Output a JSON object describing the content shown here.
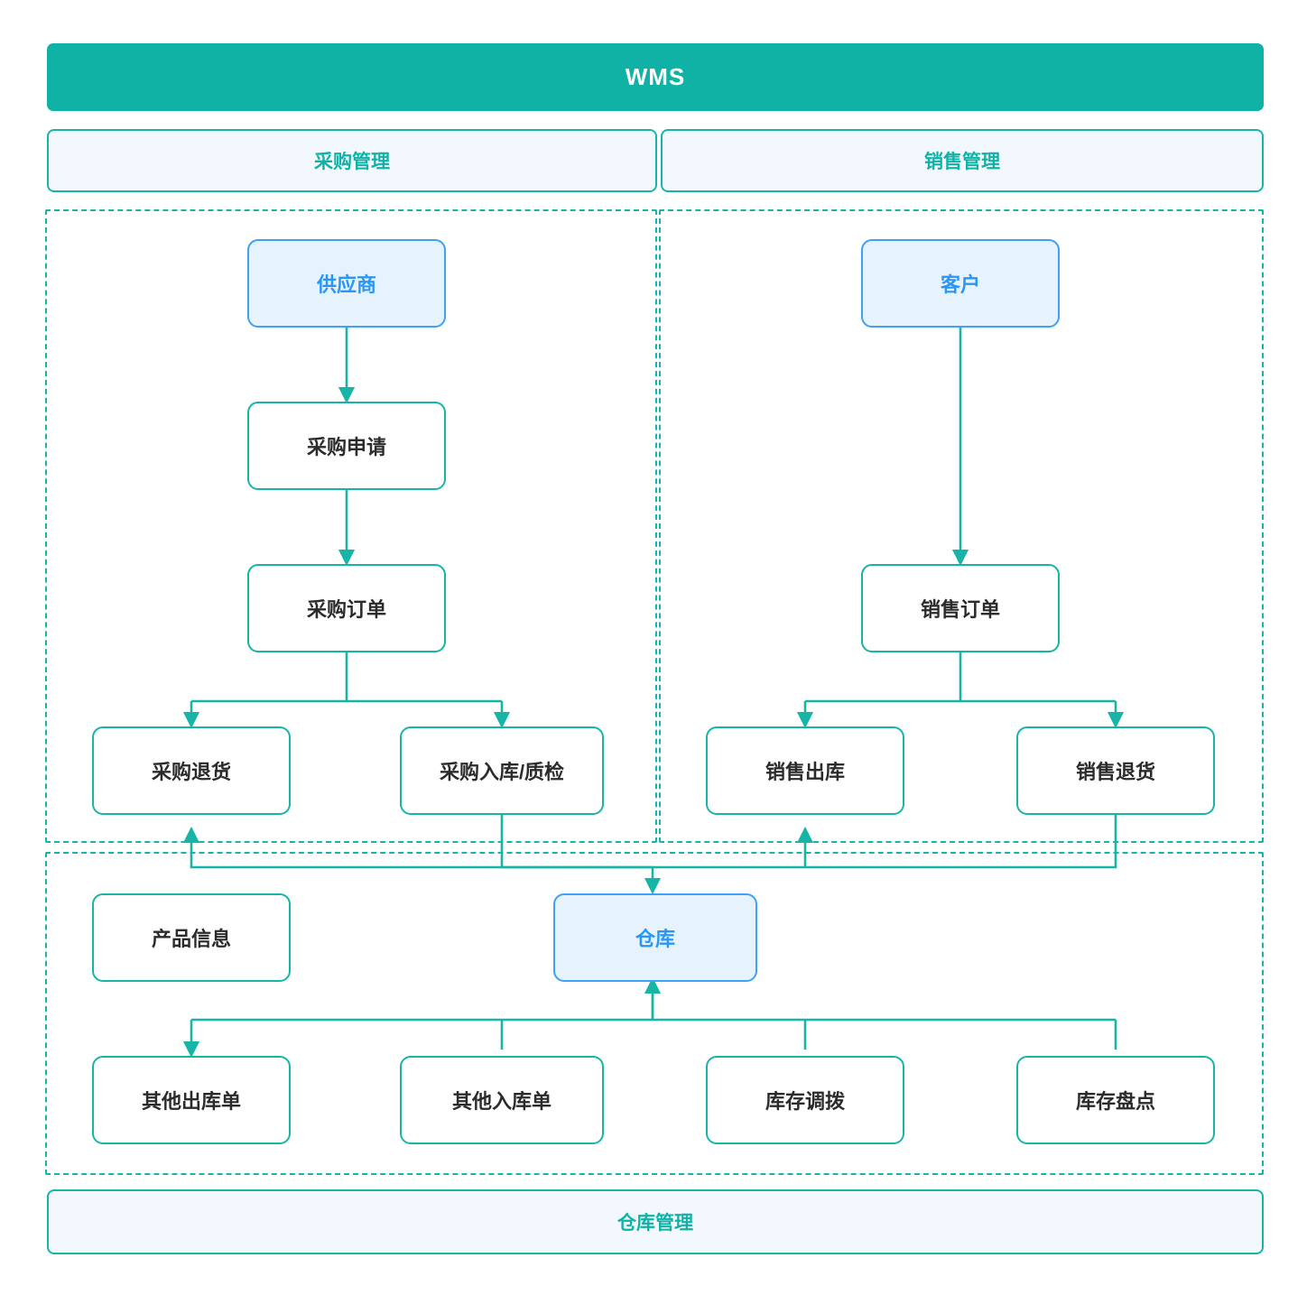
{
  "diagram": {
    "title": "WMS",
    "type": "flowchart",
    "accent_teal": "#11B2A6",
    "accent_blue": "#2B96F5",
    "highlight_fill": "#E6F3FD",
    "chip_fill": "#F2F8FE",
    "title_text_color": "#FFFFFF"
  },
  "header": {
    "label": "WMS"
  },
  "sections": [
    {
      "id": "purchase",
      "label": "采购管理",
      "position": "top-left"
    },
    {
      "id": "sales",
      "label": "销售管理",
      "position": "top-right"
    },
    {
      "id": "warehouse",
      "label": "仓库管理",
      "position": "bottom-full"
    }
  ],
  "nodes": {
    "supplier": {
      "label": "供应商",
      "style": "highlight",
      "section": "purchase"
    },
    "purchase_req": {
      "label": "采购申请",
      "style": "plain",
      "section": "purchase"
    },
    "purchase_order": {
      "label": "采购订单",
      "style": "plain",
      "section": "purchase"
    },
    "purchase_return": {
      "label": "采购退货",
      "style": "plain",
      "section": "purchase"
    },
    "purchase_in_qc": {
      "label": "采购入库/质检",
      "style": "plain",
      "section": "purchase"
    },
    "customer": {
      "label": "客户",
      "style": "highlight",
      "section": "sales"
    },
    "sales_order": {
      "label": "销售订单",
      "style": "plain",
      "section": "sales"
    },
    "sales_out": {
      "label": "销售出库",
      "style": "plain",
      "section": "sales"
    },
    "sales_return": {
      "label": "销售退货",
      "style": "plain",
      "section": "sales"
    },
    "product_info": {
      "label": "产品信息",
      "style": "plain",
      "section": "warehouse"
    },
    "warehouse": {
      "label": "仓库",
      "style": "highlight",
      "section": "warehouse"
    },
    "other_out": {
      "label": "其他出库单",
      "style": "plain",
      "section": "warehouse"
    },
    "other_in": {
      "label": "其他入库单",
      "style": "plain",
      "section": "warehouse"
    },
    "stock_transfer": {
      "label": "库存调拨",
      "style": "plain",
      "section": "warehouse"
    },
    "stock_count": {
      "label": "库存盘点",
      "style": "plain",
      "section": "warehouse"
    }
  },
  "edges": [
    {
      "from": "supplier",
      "to": "purchase_req",
      "arrow": true
    },
    {
      "from": "purchase_req",
      "to": "purchase_order",
      "arrow": true
    },
    {
      "from": "purchase_order",
      "to": "purchase_return",
      "arrow": true
    },
    {
      "from": "purchase_order",
      "to": "purchase_in_qc",
      "arrow": true
    },
    {
      "from": "purchase_in_qc",
      "to": "warehouse",
      "arrow": true
    },
    {
      "from": "warehouse",
      "to": "purchase_return",
      "arrow": true
    },
    {
      "from": "customer",
      "to": "sales_order",
      "arrow": true
    },
    {
      "from": "sales_order",
      "to": "sales_out",
      "arrow": true
    },
    {
      "from": "sales_order",
      "to": "sales_return",
      "arrow": true
    },
    {
      "from": "sales_return",
      "to": "warehouse",
      "arrow": true
    },
    {
      "from": "warehouse",
      "to": "sales_out",
      "arrow": true
    },
    {
      "from": "warehouse",
      "to": "other_out",
      "arrow": true
    },
    {
      "from": "other_in",
      "to": "warehouse",
      "arrow": true
    },
    {
      "from": "stock_transfer",
      "to": "warehouse",
      "arrow": true
    },
    {
      "from": "stock_count",
      "to": "warehouse",
      "arrow": true
    }
  ]
}
